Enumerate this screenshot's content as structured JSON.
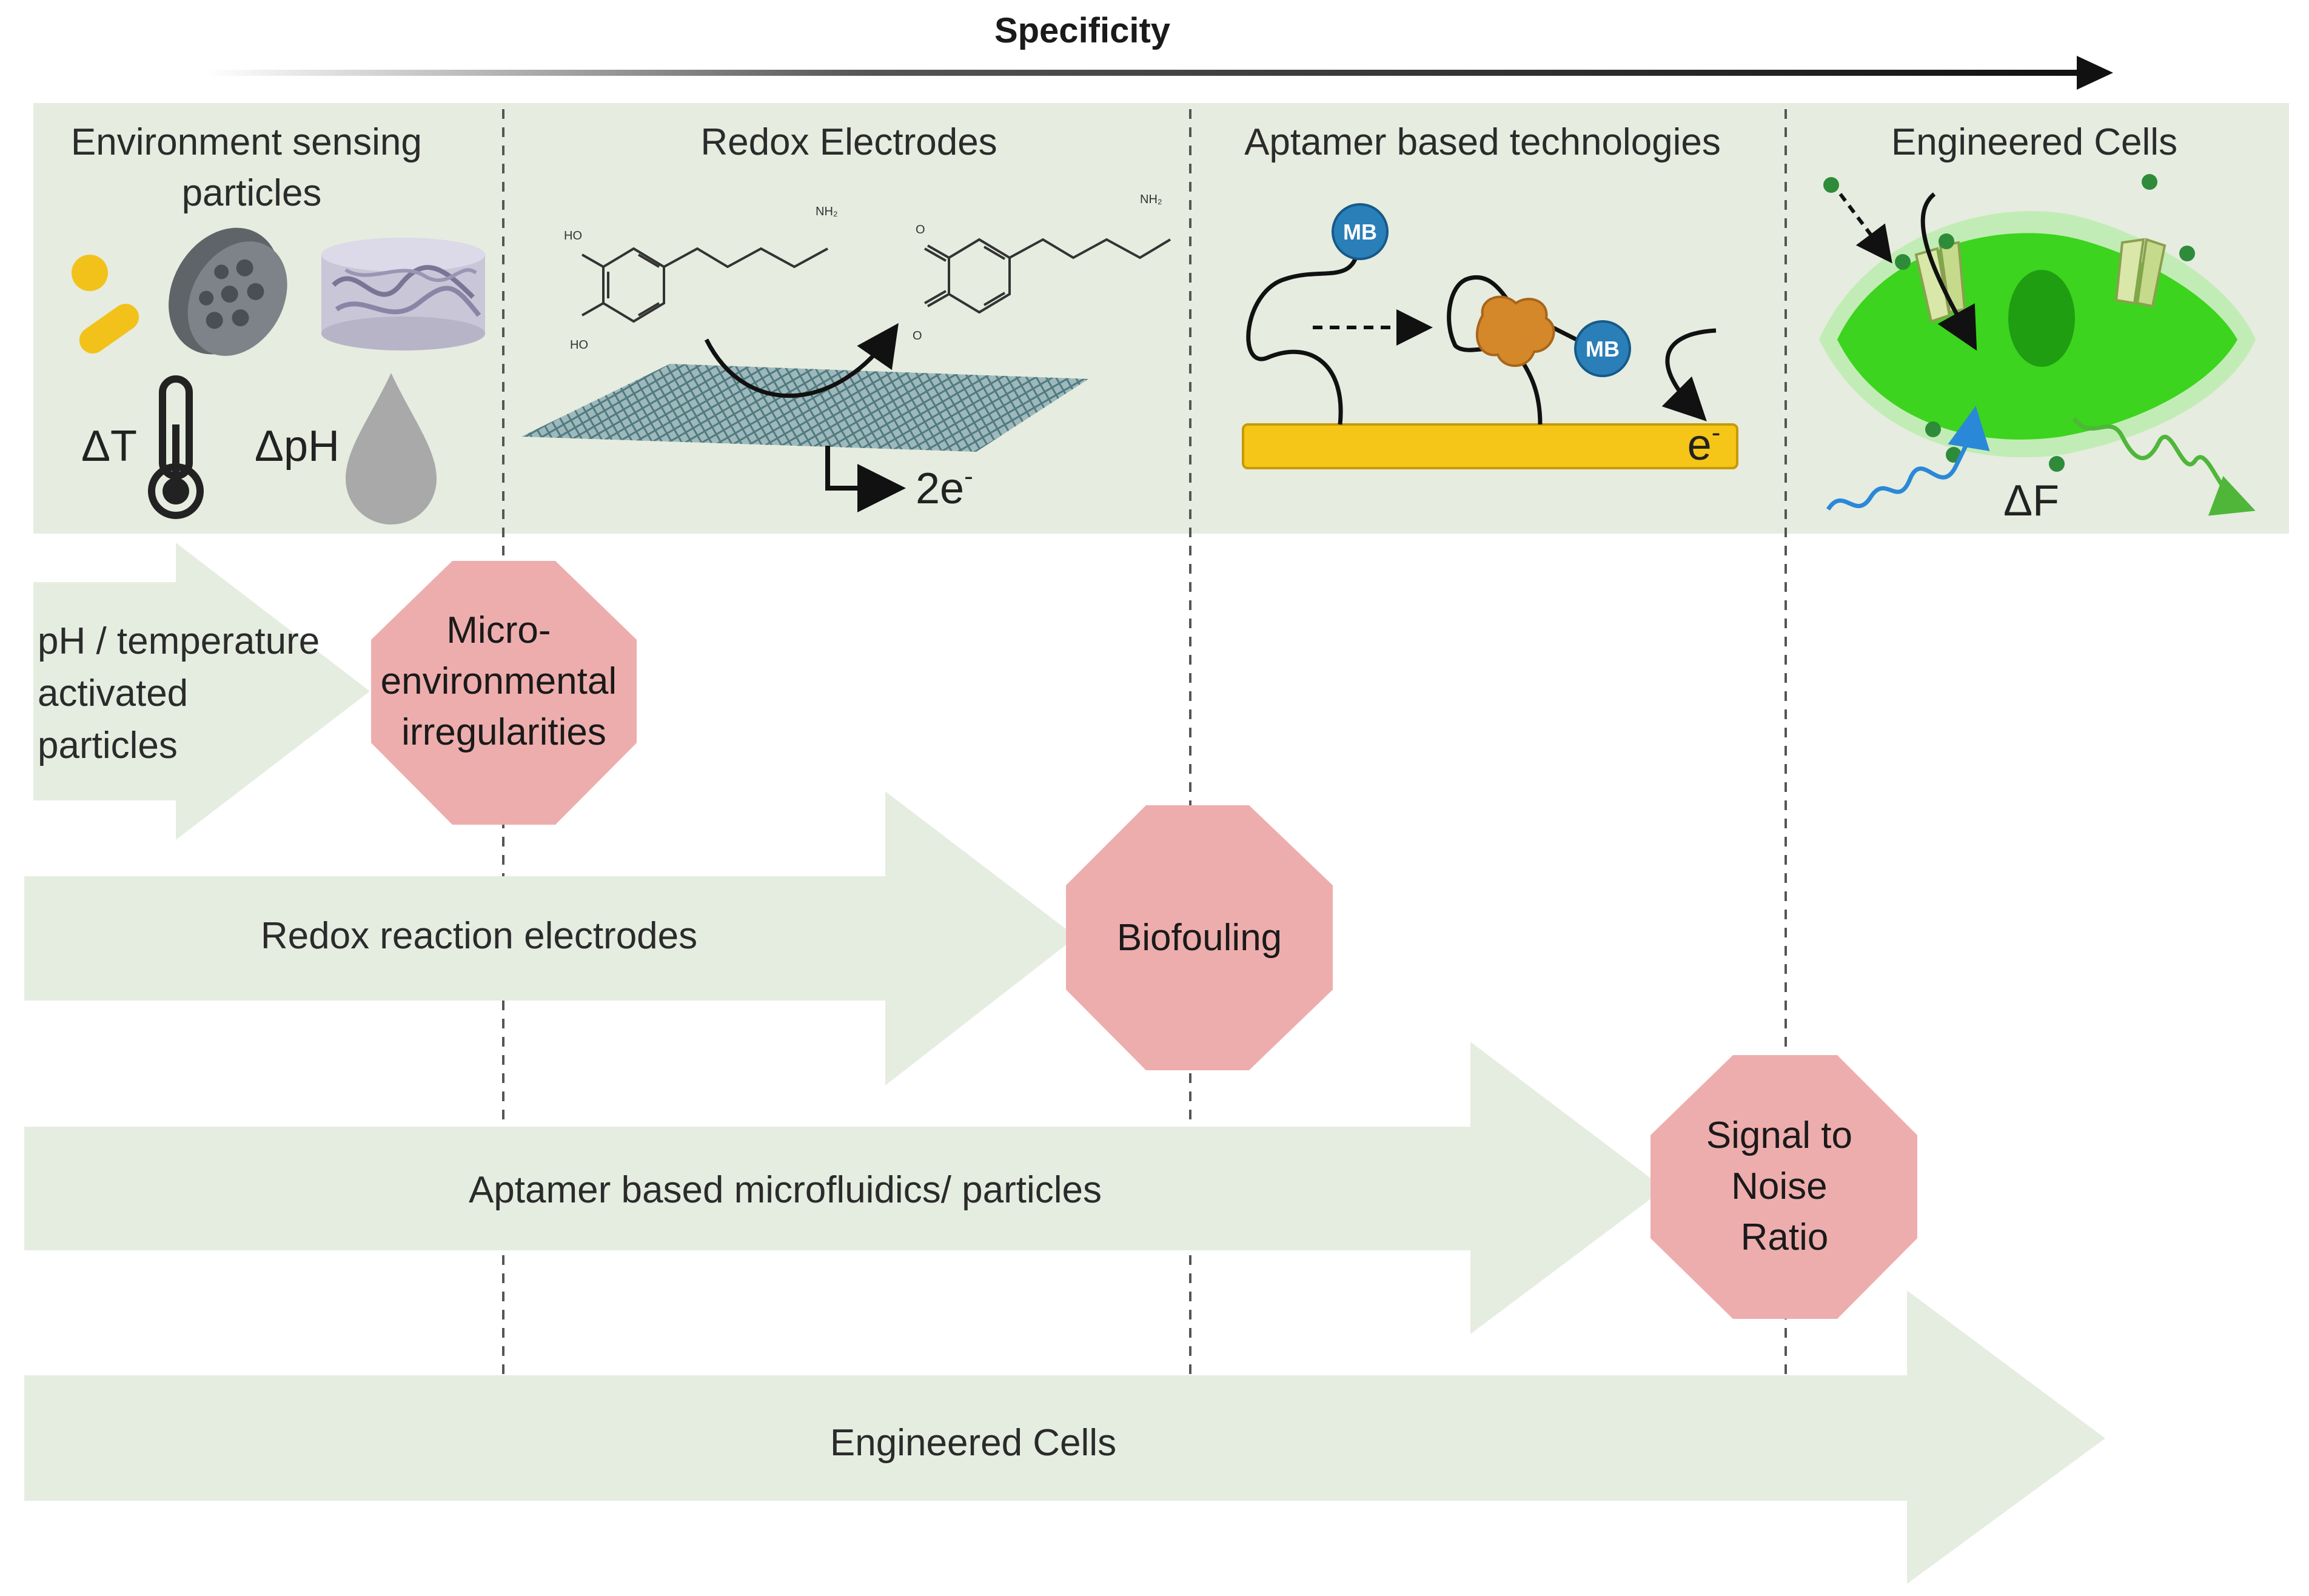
{
  "title": "Specificity",
  "colors": {
    "panel_bg": "#e6ecdf",
    "arrow_fill": "#e5ede1",
    "stop_fill": "#eeadad",
    "cell_green": "#3cd41e",
    "electrode_gold": "#f5c518",
    "mb_blue": "#2a7fb8",
    "protein_orange": "#d4882a"
  },
  "columns": [
    {
      "title_lines": [
        "Environment sensing",
        "particles"
      ]
    },
    {
      "title_lines": [
        "Redox Electrodes"
      ]
    },
    {
      "title_lines": [
        "Aptamer based technologies"
      ]
    },
    {
      "title_lines": [
        "Engineered Cells"
      ]
    }
  ],
  "icon_labels": {
    "delta_t": "ΔT",
    "delta_ph": "ΔpH",
    "two_e": "2e",
    "two_e_sup": "-",
    "e_minus": "e",
    "e_minus_sup": "-",
    "mb": "MB",
    "delta_f": "ΔF",
    "ho": "HO",
    "nh2": "NH₂",
    "oxo": "O"
  },
  "arrows": [
    {
      "lines": [
        "pH / temperature",
        "activated",
        "particles"
      ]
    },
    {
      "lines": [
        "Redox reaction electrodes"
      ]
    },
    {
      "lines": [
        "Aptamer based microfluidics/ particles"
      ]
    },
    {
      "lines": [
        "Engineered Cells"
      ]
    }
  ],
  "limitations": [
    {
      "lines": [
        "Micro-",
        "environmental",
        "irregularities"
      ]
    },
    {
      "lines": [
        "Biofouling"
      ]
    },
    {
      "lines": [
        "Signal to",
        "Noise",
        "Ratio"
      ]
    }
  ]
}
